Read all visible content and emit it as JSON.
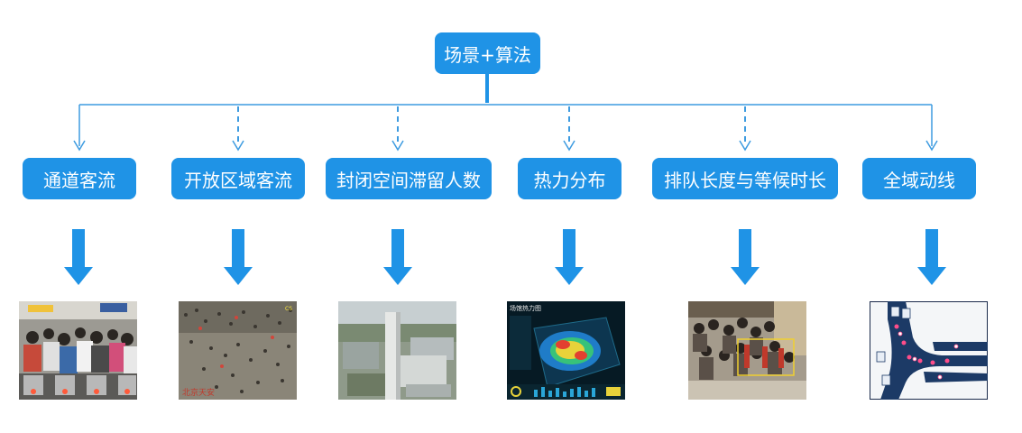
{
  "root": {
    "label": "场景+算法"
  },
  "scenarios": [
    {
      "label": "通道客流",
      "connector": "solid",
      "image": "subway-gate-crowd-photo"
    },
    {
      "label": "开放区域客流",
      "connector": "dashed",
      "image": "open-square-crowd-photo"
    },
    {
      "label": "封闭空间滞留人数",
      "connector": "dashed",
      "image": "aerial-building-photo"
    },
    {
      "label": "热力分布",
      "connector": "dashed",
      "image": "heatmap-screen"
    },
    {
      "label": "排队长度与等候时长",
      "connector": "dashed",
      "image": "queue-crowd-photo"
    },
    {
      "label": "全域动线",
      "connector": "solid",
      "image": "indoor-route-map"
    }
  ],
  "image_texts": {
    "open_square_watermark": "北京天安",
    "heatmap_title": "场馆热力图"
  },
  "colors": {
    "accent": "#1f93e6",
    "line": "#3d9be0",
    "arrow": "#1f93e6"
  }
}
